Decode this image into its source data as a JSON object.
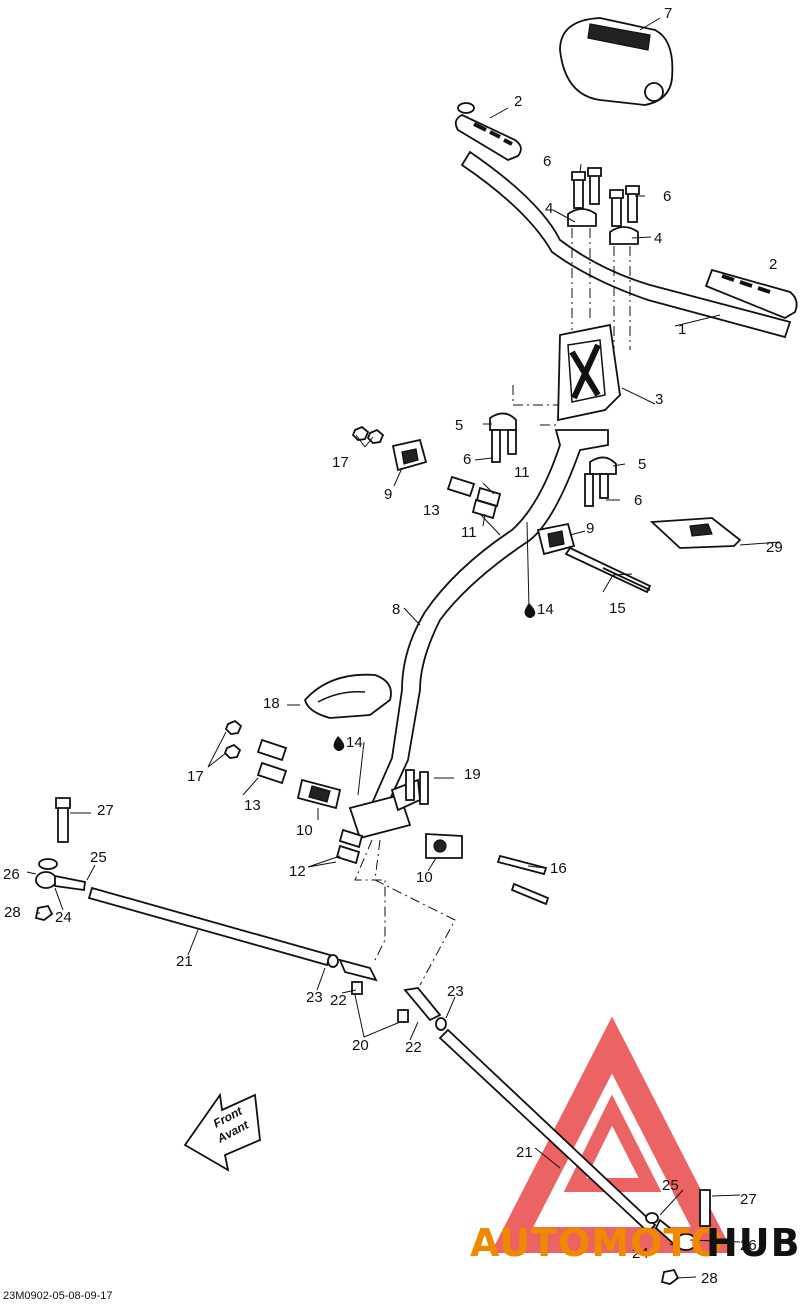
{
  "diagram": {
    "code": "23M0902-05-08-09-17",
    "front_label": "Front",
    "front_label_fr": "Avant",
    "watermark_left": "AUTOMOTO",
    "watermark_right": "HUB",
    "watermark_color": "#ef8a00",
    "logo_color": "#e63030",
    "callouts": {
      "c1": "1",
      "c2a": "2",
      "c2b": "2",
      "c3": "3",
      "c4a": "4",
      "c4b": "4",
      "c5a": "5",
      "c5b": "5",
      "c6a": "6",
      "c6b": "6",
      "c6c": "6",
      "c6d": "6",
      "c7": "7",
      "c8": "8",
      "c9a": "9",
      "c9b": "9",
      "c10a": "10",
      "c10b": "10",
      "c11a": "11",
      "c11b": "11",
      "c12": "12",
      "c13a": "13",
      "c13b": "13",
      "c14a": "14",
      "c14b": "14",
      "c15": "15",
      "c16": "16",
      "c17a": "17",
      "c17b": "17",
      "c18": "18",
      "c19": "19",
      "c20": "20",
      "c21a": "21",
      "c21b": "21",
      "c22a": "22",
      "c22b": "22",
      "c23a": "23",
      "c23b": "23",
      "c24a": "24",
      "c24b": "24",
      "c25a": "25",
      "c25b": "25",
      "c26a": "26",
      "c26b": "26",
      "c27a": "27",
      "c27b": "27",
      "c28a": "28",
      "c28b": "28",
      "c29": "29"
    }
  }
}
